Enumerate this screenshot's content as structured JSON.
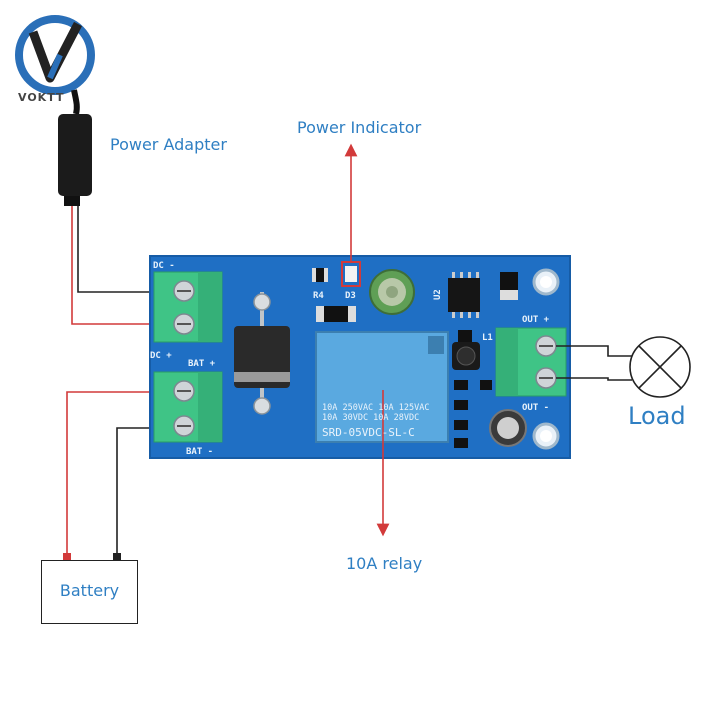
{
  "brand": {
    "name": "VOKTT"
  },
  "labels": {
    "power_adapter": "Power Adapter",
    "power_indicator": "Power Indicator",
    "load": "Load",
    "relay": "10A relay",
    "battery": "Battery"
  },
  "board": {
    "silk": {
      "dc_minus": "DC -",
      "dc_plus": "DC +",
      "bat_plus": "BAT +",
      "bat_minus": "BAT -",
      "out_plus": "OUT +",
      "out_minus": "OUT -",
      "r4": "R4",
      "d3": "D3",
      "u2": "U2",
      "l1": "L1"
    },
    "relay_text": {
      "line1": "10A 250VAC 10A 125VAC",
      "line2": "10A 30VDC 10A 28VDC",
      "model": "SRD-05VDC-SL-C"
    }
  },
  "colors": {
    "label_blue": "#2f7fc3",
    "pcb_blue": "#1f6fc4",
    "terminal_green": "#3fc486",
    "relay_blue": "#5aa9e0",
    "wire_red": "#d23a3a",
    "wire_black": "#222222"
  }
}
